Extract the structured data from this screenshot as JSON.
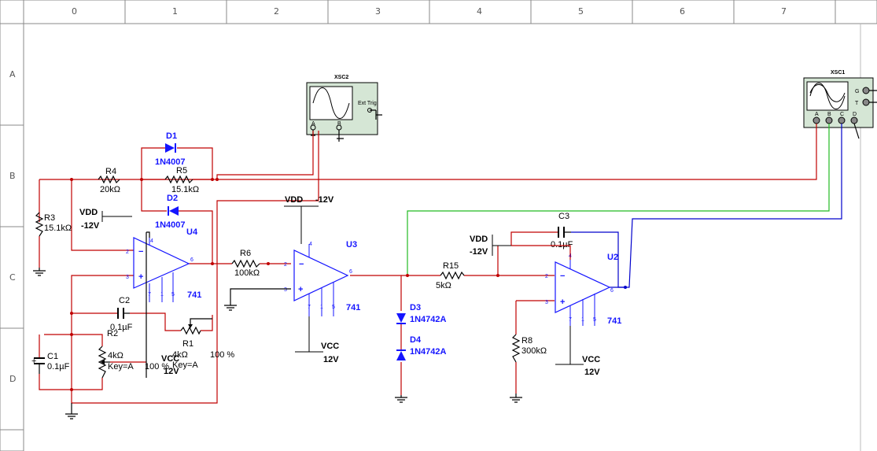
{
  "ruler": {
    "columns": [
      "0",
      "1",
      "2",
      "3",
      "4",
      "5",
      "6",
      "7"
    ],
    "rows": [
      "A",
      "B",
      "C",
      "D"
    ]
  },
  "instruments": {
    "xsc2": {
      "name": "XSC2",
      "ext_trig": "Ext Trig",
      "ch_a": "A",
      "ch_b": "B"
    },
    "xsc1": {
      "name": "XSC1",
      "ch_a": "A",
      "ch_b": "B",
      "ch_c": "C",
      "ch_d": "D",
      "g": "G",
      "t": "T"
    }
  },
  "components": {
    "d1": {
      "ref": "D1",
      "model": "1N4007"
    },
    "d2": {
      "ref": "D2",
      "model": "1N4007"
    },
    "d3": {
      "ref": "D3",
      "model": "1N4742A"
    },
    "d4": {
      "ref": "D4",
      "model": "1N4742A"
    },
    "r4": {
      "ref": "R4",
      "value": "20kΩ"
    },
    "r5": {
      "ref": "R5",
      "value": "15.1kΩ"
    },
    "r3": {
      "ref": "R3",
      "value": "15.1kΩ"
    },
    "r6": {
      "ref": "R6",
      "value": "100kΩ"
    },
    "r15": {
      "ref": "R15",
      "value": "5kΩ"
    },
    "r8": {
      "ref": "R8",
      "value": "300kΩ"
    },
    "r2": {
      "ref": "R2",
      "value": "4kΩ",
      "key": "Key=A",
      "pct": "100 %"
    },
    "r1": {
      "ref": "R1",
      "value": "4kΩ",
      "key": "Key=A",
      "pct": "100 %"
    },
    "c1": {
      "ref": "C1",
      "value": "0.1µF"
    },
    "c2": {
      "ref": "C2",
      "value": "0.1µF"
    },
    "c3": {
      "ref": "C3",
      "value": "0.1µF"
    },
    "u4": {
      "ref": "U4",
      "model": "741"
    },
    "u3": {
      "ref": "U3",
      "model": "741"
    },
    "u2": {
      "ref": "U2",
      "model": "741"
    }
  },
  "power": {
    "vdd_u4": {
      "name": "VDD",
      "value": "-12V"
    },
    "vdd_u3": {
      "name": "VDD",
      "value": "-12V"
    },
    "vdd_u2": {
      "name": "VDD",
      "value": "-12V"
    },
    "vcc_u4": {
      "name": "VCC",
      "value": "12V"
    },
    "vcc_u3": {
      "name": "VCC",
      "value": "12V"
    },
    "vcc_u2": {
      "name": "VCC",
      "value": "12V"
    }
  },
  "pins": {
    "minus": "−",
    "plus": "+",
    "p2": "2",
    "p3": "3",
    "p4": "4",
    "p6": "6",
    "p7": "7",
    "p1": "1",
    "p5": "5"
  },
  "colors": {
    "wire_red": "#c00000",
    "wire_green": "#22bb22",
    "wire_blue": "#0000cc",
    "component_blue": "#1515ff",
    "instrument_bg": "#d5e6d5"
  }
}
